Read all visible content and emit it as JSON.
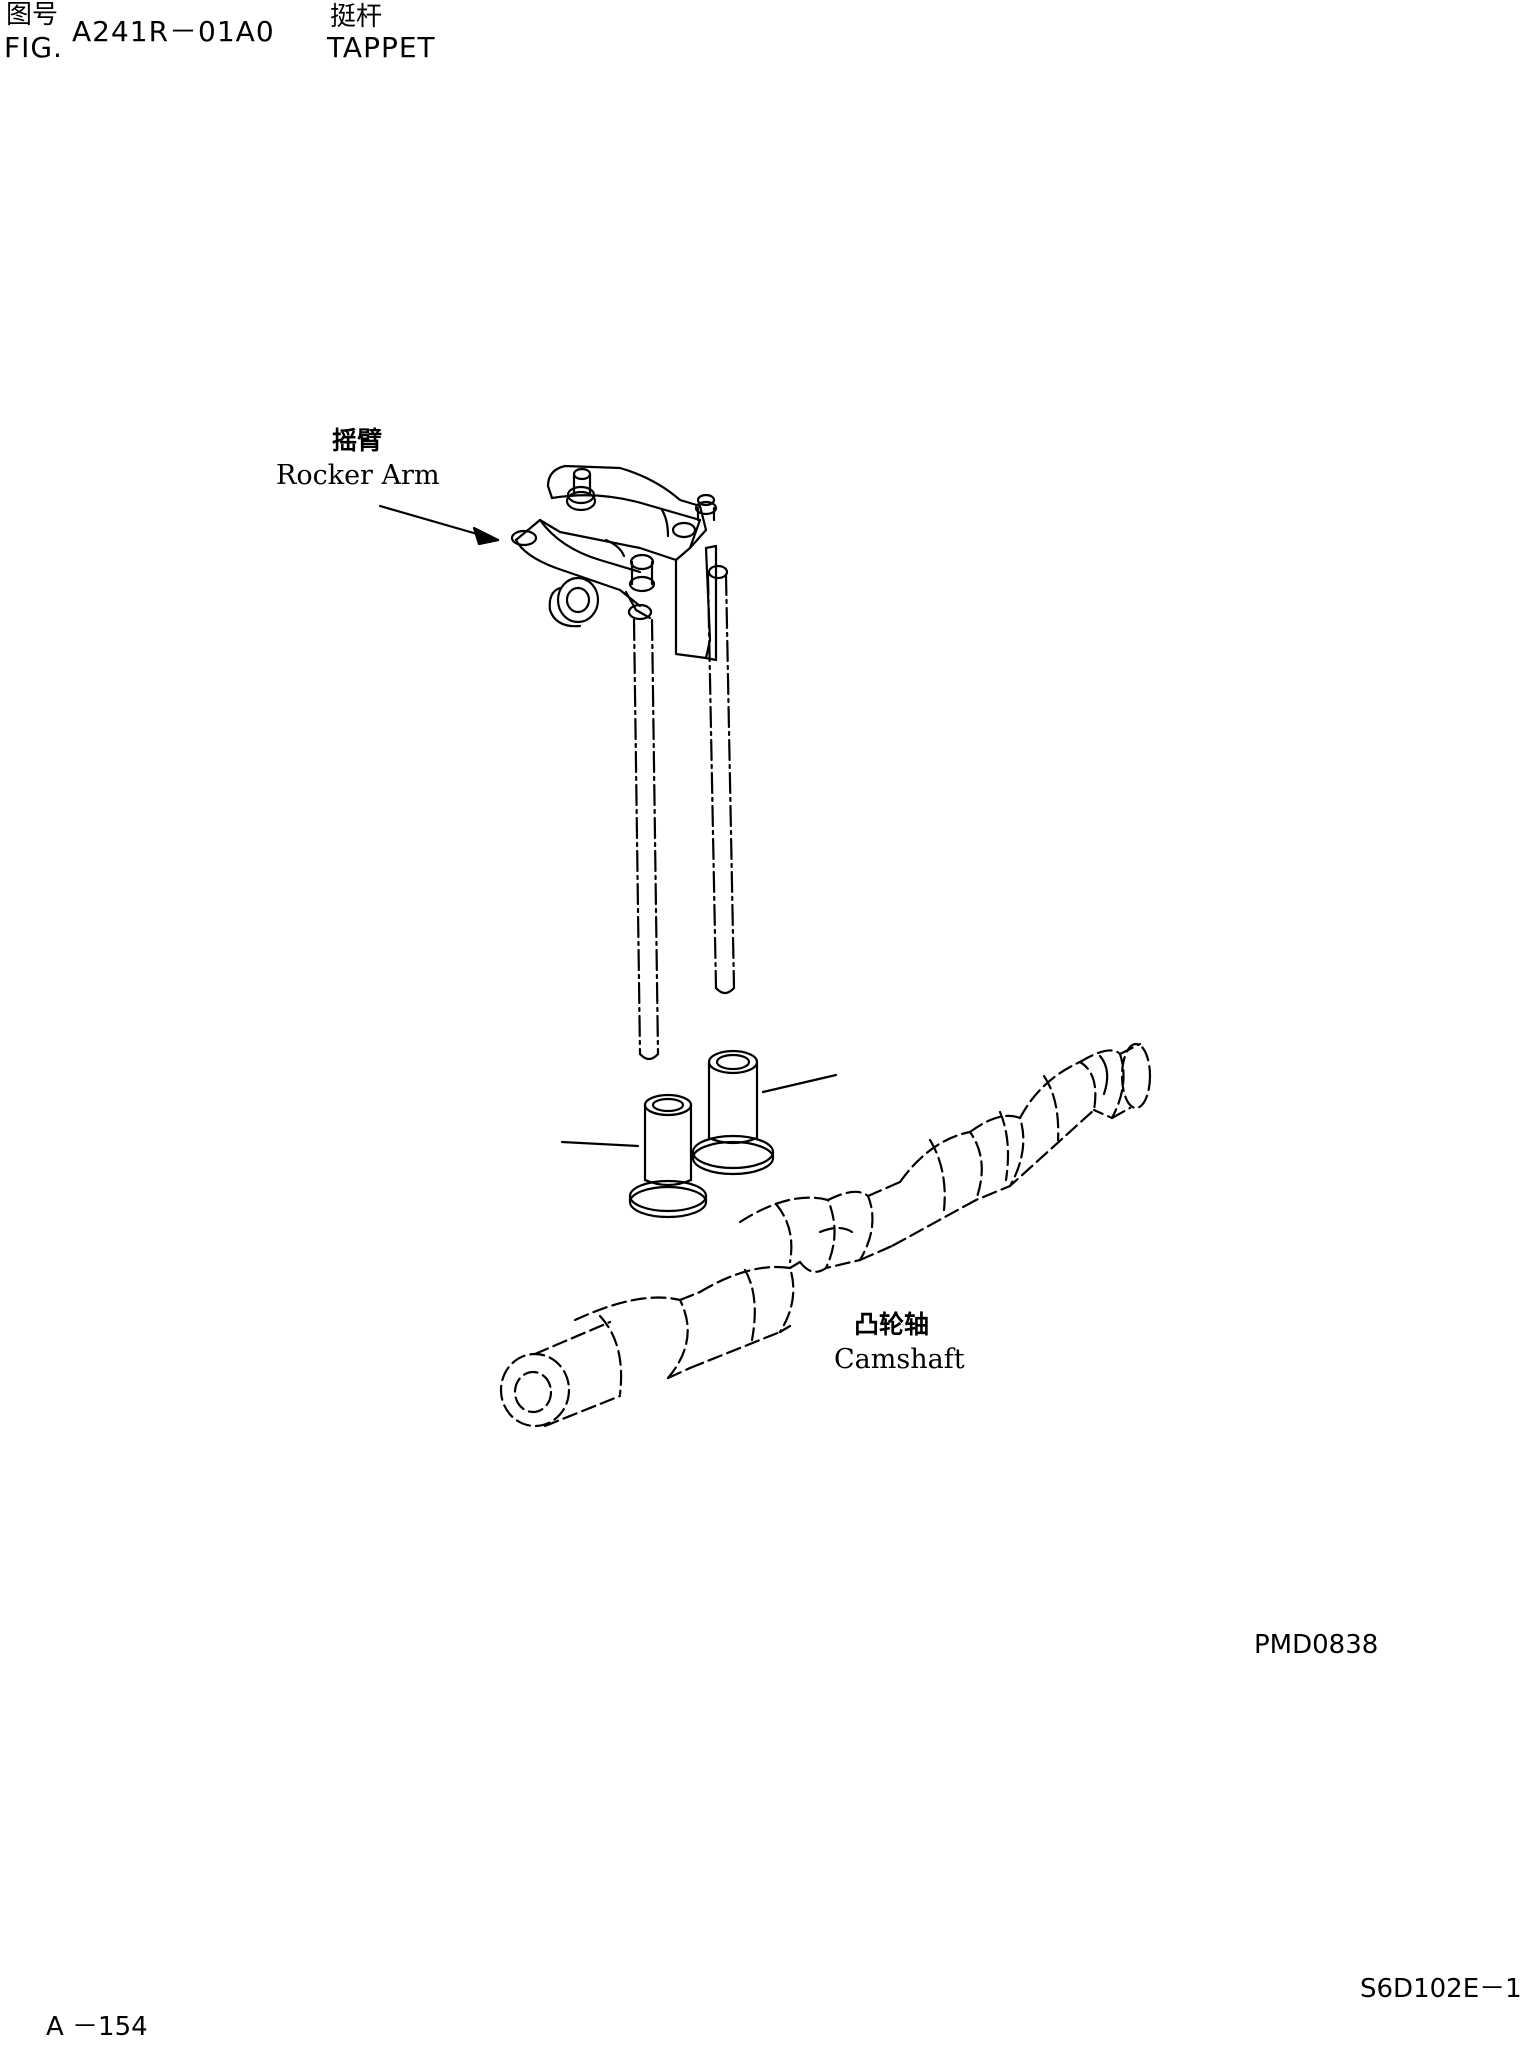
{
  "header": {
    "fig_label_cn": "图号",
    "fig_label_en": "FIG.",
    "fig_number": "A241R－01A0",
    "title_cn": "挺杆",
    "title_en": "TAPPET"
  },
  "callouts": {
    "rocker_arm_cn": "摇臂",
    "rocker_arm_en": "Rocker Arm",
    "camshaft_cn": "凸轮轴",
    "camshaft_en": "Camshaft"
  },
  "drawing_code": "PMD0838",
  "footer": {
    "page_number": "A －154",
    "model_code": "S6D102E－1"
  }
}
